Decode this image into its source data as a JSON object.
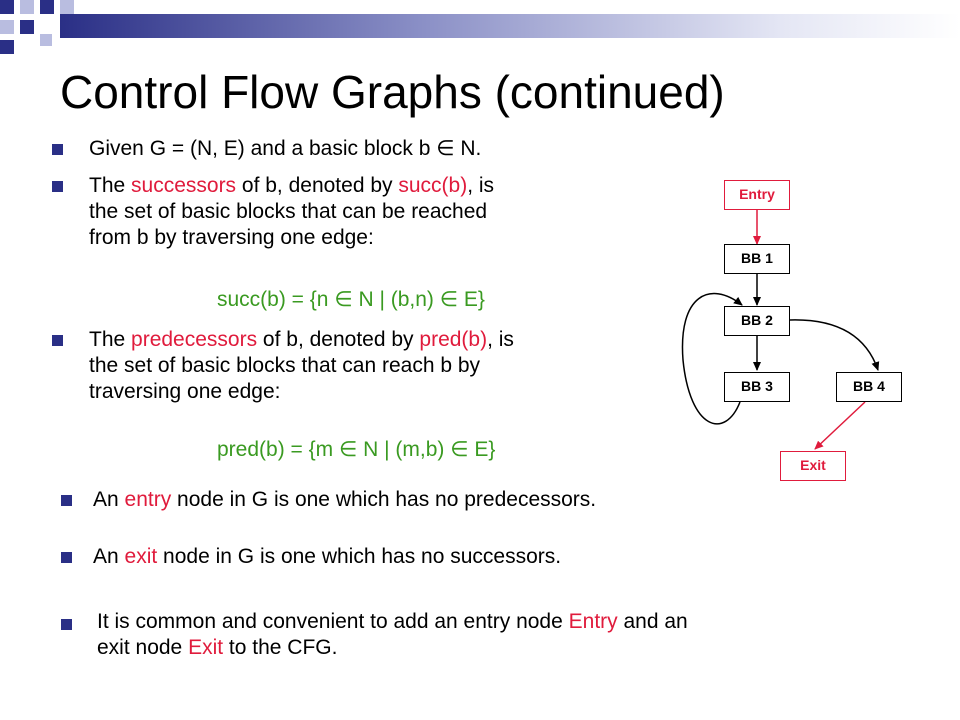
{
  "slide": {
    "title": "Control Flow Graphs (continued)",
    "colors": {
      "accent_red": "#e01b3c",
      "formula_green": "#3a9a21",
      "bullet_blue": "#2a2f86"
    },
    "bullets": {
      "b1": {
        "t1": "Given G = (N, E) and a basic block b ",
        "sym": "∈",
        "t2": " N."
      },
      "b2": {
        "l1a": "The ",
        "l1b": "successors",
        "l1c": " of b, denoted by ",
        "l1d": "succ(b)",
        "l1e": ", is",
        "l2": "the set of basic blocks that can be reached",
        "l3": "from b by traversing one edge:"
      },
      "f1": {
        "a": "succ(b) = {n ",
        "s1": "∈",
        "b": " N | (b,n) ",
        "s2": "∈",
        "c": " E}"
      },
      "b3": {
        "l1a": "The ",
        "l1b": "predecessors",
        "l1c": " of b, denoted by ",
        "l1d": "pred(b)",
        "l1e": ", is",
        "l2": "the set of basic blocks that can reach b by",
        "l3": "traversing one edge:"
      },
      "f2": {
        "a": "pred(b) = {m ",
        "s1": "∈",
        "b": " N | (m,b) ",
        "s2": "∈",
        "c": " E}"
      },
      "b4": {
        "a": "An ",
        "b": "entry",
        "c": " node in G is one which has no predecessors."
      },
      "b5": {
        "a": "An ",
        "b": "exit",
        "c": " node in G is one which has no successors."
      },
      "b6": {
        "l1a": "It is common and convenient to add an entry node ",
        "l1b": "Entry",
        "l1c": " and an",
        "l2a": "exit node ",
        "l2b": "Exit",
        "l2c": " to the CFG."
      }
    },
    "graph": {
      "nodes": {
        "entry": "Entry",
        "bb1": "BB 1",
        "bb2": "BB 2",
        "bb3": "BB 3",
        "bb4": "BB 4",
        "exit": "Exit"
      }
    }
  }
}
